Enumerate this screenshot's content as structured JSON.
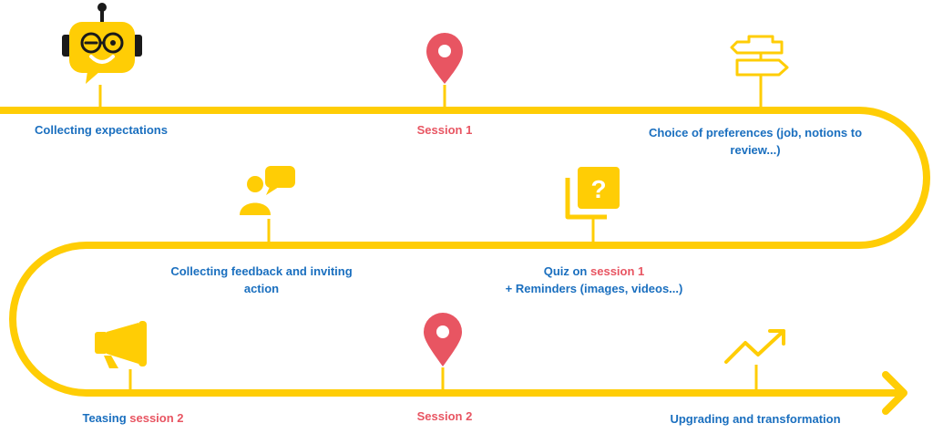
{
  "colors": {
    "road": "#ffcd05",
    "label_blue": "#1a6fbf",
    "accent_red": "#e85562",
    "pin_red": "#e85562",
    "robot_dark": "#1a1a1a"
  },
  "steps": [
    {
      "id": "collecting-expectations",
      "label": "Collecting expectations",
      "icon": "robot-chatbot-icon"
    },
    {
      "id": "session-1",
      "label": "Session 1",
      "icon": "map-pin-icon"
    },
    {
      "id": "choice-of-preferences",
      "label": "Choice of preferences (job, notions to review...)",
      "icon": "signpost-icon"
    },
    {
      "id": "collecting-feedback",
      "label": "Collecting feedback and inviting action",
      "icon": "person-speech-bubble-icon"
    },
    {
      "id": "quiz",
      "label_prefix": "Quiz on ",
      "label_highlight": "session 1",
      "label_line2": "+ Reminders (images, videos...)",
      "icon": "quiz-question-cards-icon"
    },
    {
      "id": "teasing",
      "label_prefix": "Teasing ",
      "label_highlight": "session 2",
      "icon": "megaphone-icon"
    },
    {
      "id": "session-2",
      "label": "Session 2",
      "icon": "map-pin-icon"
    },
    {
      "id": "upgrading",
      "label": "Upgrading and transformation",
      "icon": "trend-up-arrow-icon"
    }
  ]
}
